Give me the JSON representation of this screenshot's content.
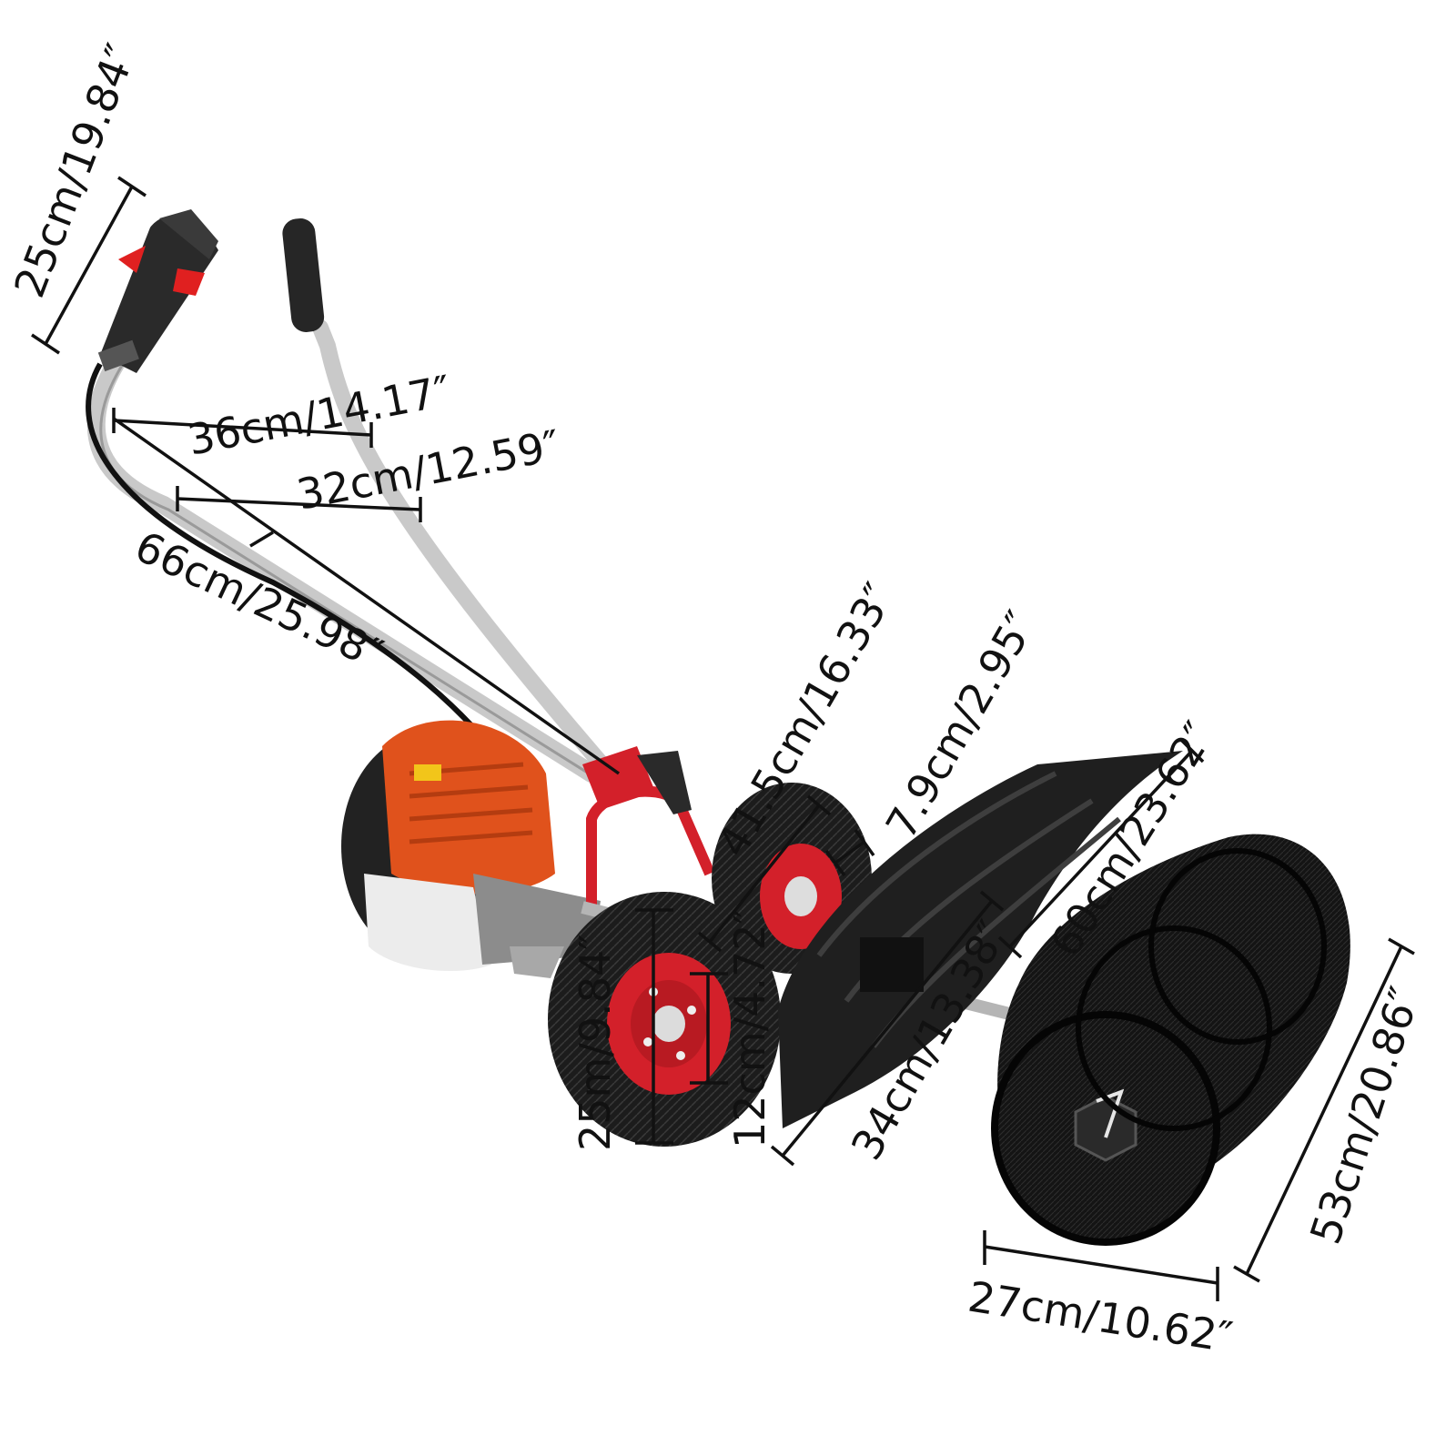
{
  "colors": {
    "engine_orange": "#e0521c",
    "frame_red": "#d3202a",
    "handle_grey": "#c9c9c9",
    "rubber_black": "#1c1c1c",
    "brush_black": "#141414",
    "tank_white": "#ececec",
    "dimension_line": "#111111"
  },
  "product": {
    "name_icon": "gas-powered-sweeper-with-rotary-brush"
  },
  "dimensions": {
    "handle_grip_length": "25cm/19.84″",
    "handle_span_outer": "36cm/14.17″",
    "handle_span_inner": "32cm/12.59″",
    "handle_shaft_length": "66cm/25.98″",
    "wheel_track_width": "41.5cm/16.33″",
    "wheel_tire_width": "7.9cm/2.95″",
    "guard_width": "60cm/23.62″",
    "wheel_diameter": "25m/9.84″",
    "hub_diameter": "12cm/4.72″",
    "guard_height": "34cm/13.38″",
    "brush_length": "53cm/20.86″",
    "brush_diameter": "27cm/10.62″"
  }
}
